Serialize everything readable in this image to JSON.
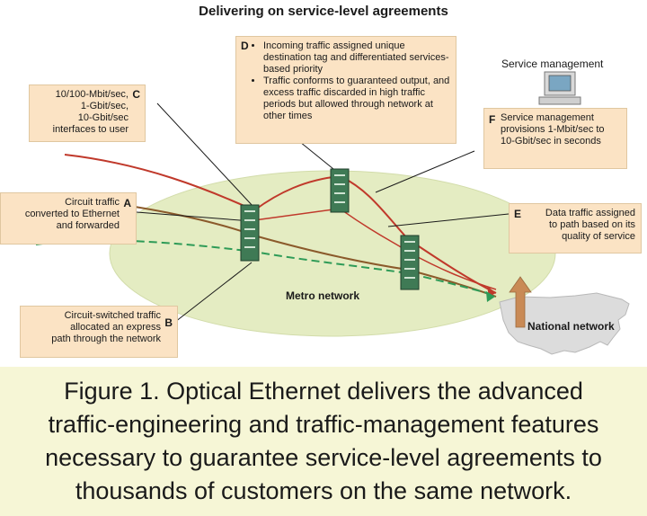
{
  "title": "Delivering on service-level agreements",
  "callouts": {
    "c": {
      "letter": "C",
      "lines": [
        "10/100-Mbit/sec,",
        "1-Gbit/sec,",
        "10-Gbit/sec",
        "interfaces to user"
      ]
    },
    "d": {
      "letter": "D",
      "bullets": [
        "Incoming traffic assigned unique destination tag and differentiated services-based priority",
        "Traffic conforms to guaranteed output, and excess traffic discarded in high traffic periods but allowed through network at other times"
      ]
    },
    "a": {
      "letter": "A",
      "lines": [
        "Circuit traffic",
        "converted to Ethernet",
        "and forwarded"
      ]
    },
    "e": {
      "letter": "E",
      "lines": [
        "Data traffic assigned",
        "to path based on its",
        "quality of service"
      ]
    },
    "b": {
      "letter": "B",
      "lines": [
        "Circuit-switched traffic",
        "allocated an express",
        "path through the network"
      ]
    },
    "f": {
      "letter": "F",
      "lines": [
        "Service management",
        "provisions 1-Mbit/sec to",
        "10-Gbit/sec in seconds"
      ]
    }
  },
  "service_management_title": "Service management",
  "metro_network_label": "Metro network",
  "national_network_label": "National network",
  "caption_lines": [
    "Figure 1. Optical Ethernet delivers the advanced",
    "traffic-engineering and traffic-management features",
    "necessary to guarantee service-level agreements to",
    "thousands of customers on the same network."
  ],
  "colors": {
    "callout_fill": "#fbe3c4",
    "metro_fill": "#e4ecc2",
    "router_fill": "#3f7a55",
    "traffic_red": "#c0392b",
    "traffic_green": "#2e9b57",
    "traffic_brown": "#8b5a2b",
    "caption_bg": "#f6f6d6"
  }
}
